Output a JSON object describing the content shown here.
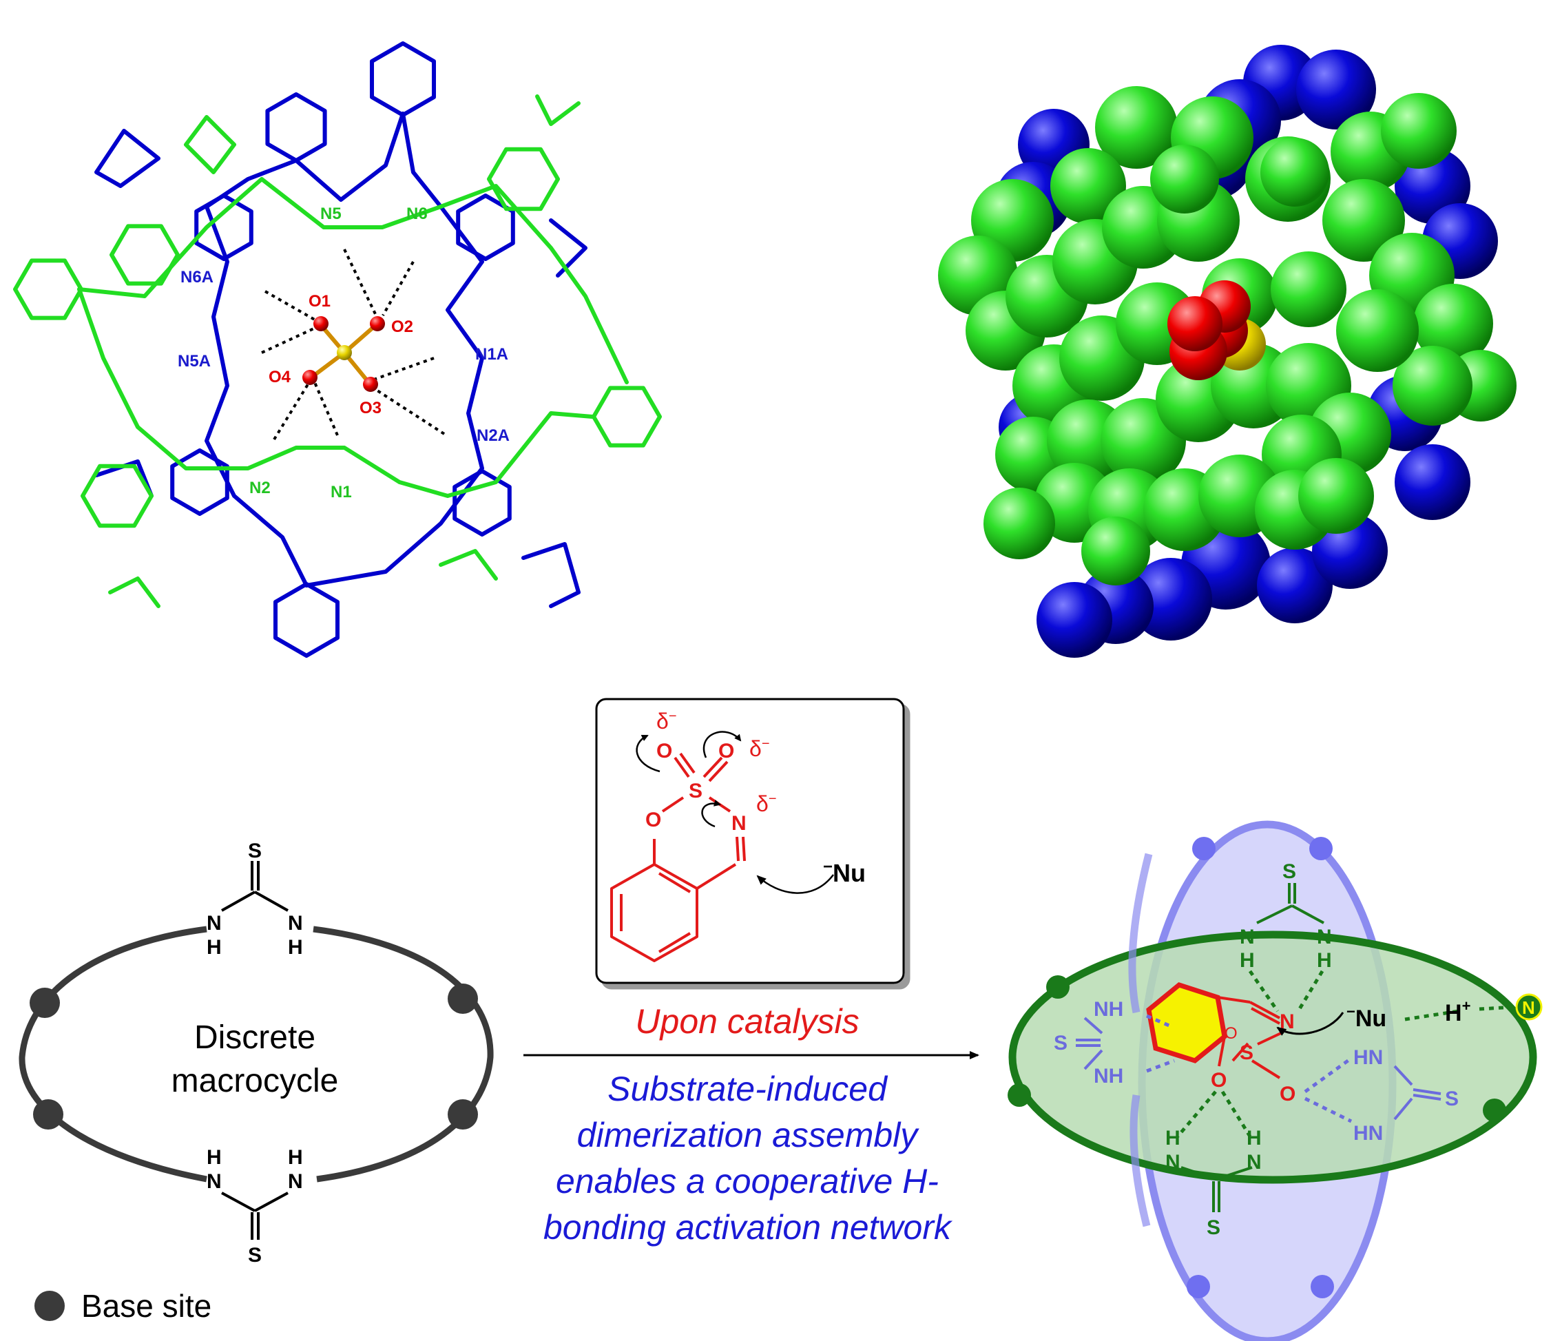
{
  "crystal_labels": {
    "n5": "N5",
    "n6": "N6",
    "n6a": "N6A",
    "n5a": "N5A",
    "n1a": "N1A",
    "n2a": "N2A",
    "n1": "N1",
    "n2": "N2",
    "o1": "O1",
    "o2": "O2",
    "o3": "O3",
    "o4": "O4"
  },
  "box": {
    "delta": "δ",
    "minus": "−",
    "o": "O",
    "s": "S",
    "n": "N",
    "nu": "Nu"
  },
  "macrocycle": {
    "label_line1": "Discrete",
    "label_line2": "macrocycle",
    "s": "S",
    "n": "N",
    "h": "H"
  },
  "legend": {
    "label": "Base site"
  },
  "arrow": {
    "above": "Upon catalysis",
    "below": [
      "Substrate-induced",
      "dimerization assembly",
      "enables a cooperative H-",
      "bonding activation network"
    ]
  },
  "assembly": {
    "s": "S",
    "n": "N",
    "h": "H",
    "nh": "NH",
    "hn": "HN",
    "o": "O",
    "nu": "Nu",
    "hplus": "H",
    "plus": "+",
    "minus": "−"
  },
  "colors": {
    "green_stick": "#22dd22",
    "blue_stick": "#0000cc",
    "oxygen": "#ff0000",
    "sulfur": "#e8d800",
    "green_ring": "#1a7a1a",
    "green_fill": "#b7dcb3",
    "blue_ring": "#8b8bf0",
    "blue_fill": "#cfcffa",
    "dark_ring": "#3a3a3a",
    "red": "#e31a1a",
    "blue_text": "#1a1ad6"
  }
}
